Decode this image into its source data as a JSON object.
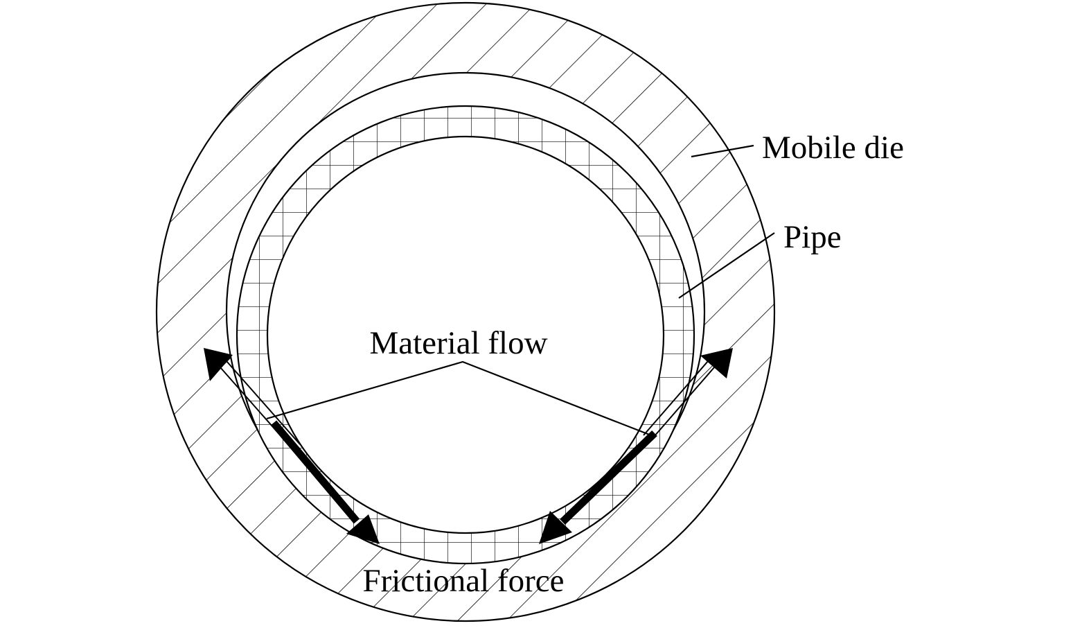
{
  "labels": {
    "mobile_die": "Mobile die",
    "pipe": "Pipe",
    "material_flow": "Material flow",
    "frictional_force": "Frictional force"
  },
  "colors": {
    "stroke": "#000000",
    "background": "#ffffff"
  }
}
